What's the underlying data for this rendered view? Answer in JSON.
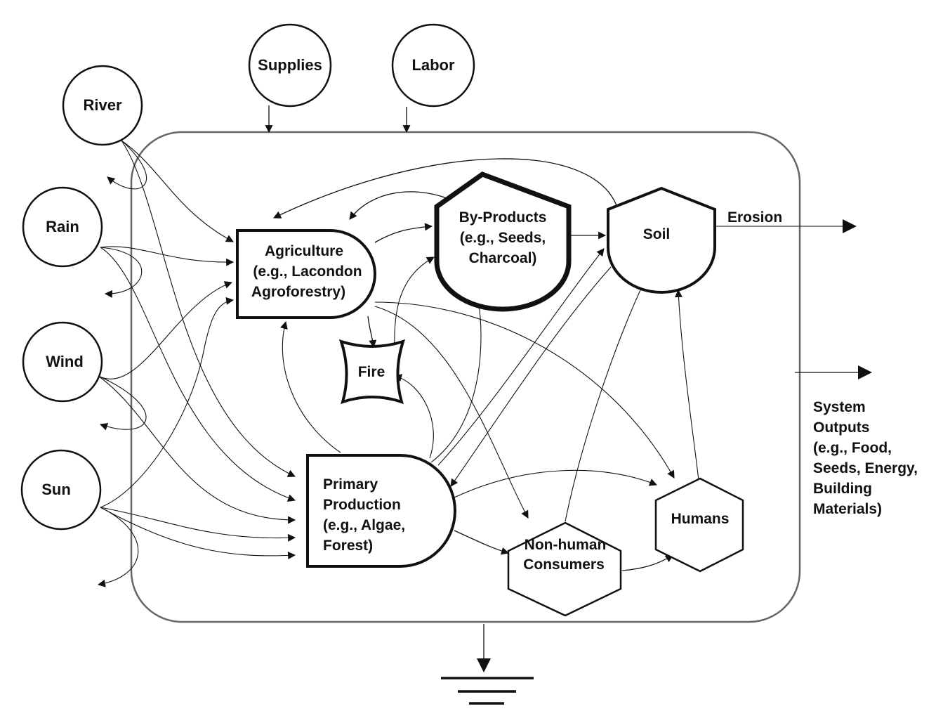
{
  "sources": {
    "supplies": "Supplies",
    "labor": "Labor",
    "river": "River",
    "rain": "Rain",
    "wind": "Wind",
    "sun": "Sun"
  },
  "nodes": {
    "agriculture": [
      "Agriculture",
      "(e.g., Lacondon",
      "Agroforestry)"
    ],
    "byproducts": [
      "By-Products",
      "(e.g., Seeds,",
      "Charcoal)"
    ],
    "soil": "Soil",
    "fire": "Fire",
    "primary_production": [
      "Primary",
      "Production",
      "(e.g., Algae,",
      "Forest)"
    ],
    "non_human_consumers": [
      "Non-human",
      "Consumers"
    ],
    "humans": "Humans"
  },
  "outputs": {
    "erosion": "Erosion",
    "system_outputs": [
      "System",
      "Outputs",
      "(e.g., Food,",
      "Seeds, Energy,",
      "Building",
      "Materials)"
    ]
  }
}
